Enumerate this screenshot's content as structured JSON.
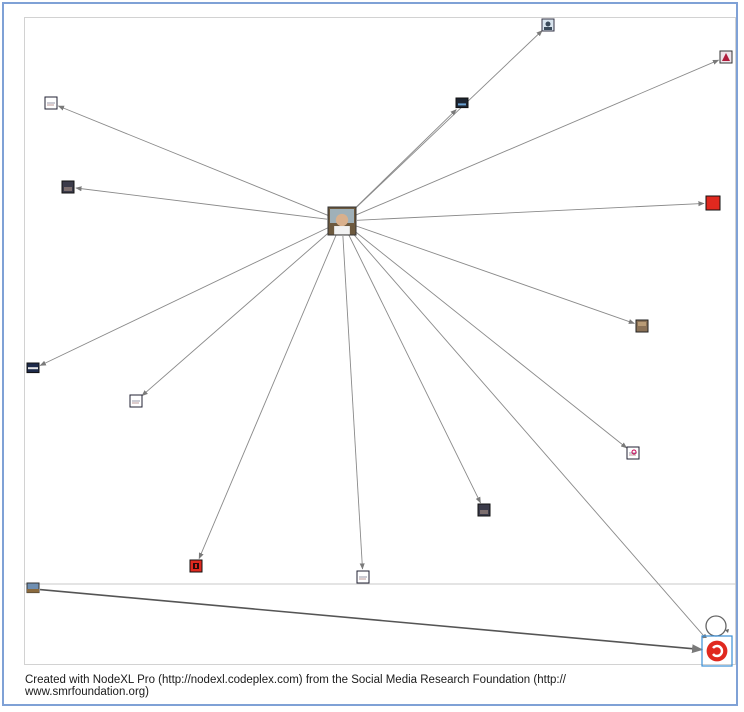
{
  "graph": {
    "hub": {
      "id": "hub",
      "kind": "photo"
    },
    "nodes": [
      {
        "id": "n01",
        "kind": "avatar"
      },
      {
        "id": "n02",
        "kind": "photo-red"
      },
      {
        "id": "n03",
        "kind": "screen"
      },
      {
        "id": "n04",
        "kind": "doc"
      },
      {
        "id": "n05",
        "kind": "photo-dark"
      },
      {
        "id": "n06",
        "kind": "solid-red"
      },
      {
        "id": "n07",
        "kind": "photo-brown"
      },
      {
        "id": "n08",
        "kind": "banner"
      },
      {
        "id": "n09",
        "kind": "doc"
      },
      {
        "id": "n10",
        "kind": "doc"
      },
      {
        "id": "n11",
        "kind": "photo-dark"
      },
      {
        "id": "n12",
        "kind": "solid-red"
      },
      {
        "id": "n13",
        "kind": "doc"
      },
      {
        "id": "n14",
        "kind": "landscape"
      },
      {
        "id": "n15",
        "kind": "logo"
      }
    ],
    "edges": [
      [
        "hub",
        "n01"
      ],
      [
        "hub",
        "n02"
      ],
      [
        "hub",
        "n03"
      ],
      [
        "hub",
        "n04"
      ],
      [
        "hub",
        "n05"
      ],
      [
        "hub",
        "n06"
      ],
      [
        "hub",
        "n07"
      ],
      [
        "hub",
        "n08"
      ],
      [
        "hub",
        "n09"
      ],
      [
        "hub",
        "n10"
      ],
      [
        "hub",
        "n11"
      ],
      [
        "hub",
        "n12"
      ],
      [
        "hub",
        "n13"
      ],
      [
        "hub",
        "n15"
      ],
      [
        "n14",
        "n15"
      ]
    ],
    "self_loops": [
      "n15"
    ]
  },
  "caption": {
    "line1": "Created with NodeXL Pro (http://nodexl.codeplex.com) from the Social Media Research Foundation (http://",
    "line2": "www.smrfoundation.org)"
  },
  "colors": {
    "edge": "#8a8a8a",
    "frame": "#7fa1d6",
    "highlight": "#e0291f",
    "selection": "#3b8fd6"
  }
}
